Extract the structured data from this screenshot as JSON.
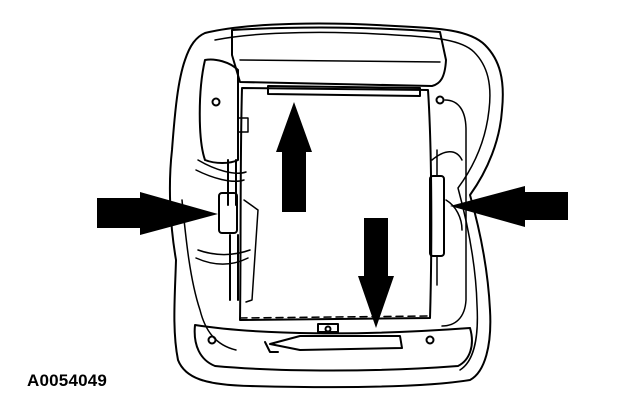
{
  "figure": {
    "id_label": "A0054049",
    "line_color": "#000000",
    "fill_color": "#ffffff",
    "arrow_color": "#000000",
    "arrows": [
      {
        "name": "left-push-arrow",
        "direction": "right"
      },
      {
        "name": "right-push-arrow",
        "direction": "left"
      },
      {
        "name": "up-arrow",
        "direction": "up"
      },
      {
        "name": "down-arrow",
        "direction": "down"
      }
    ]
  }
}
